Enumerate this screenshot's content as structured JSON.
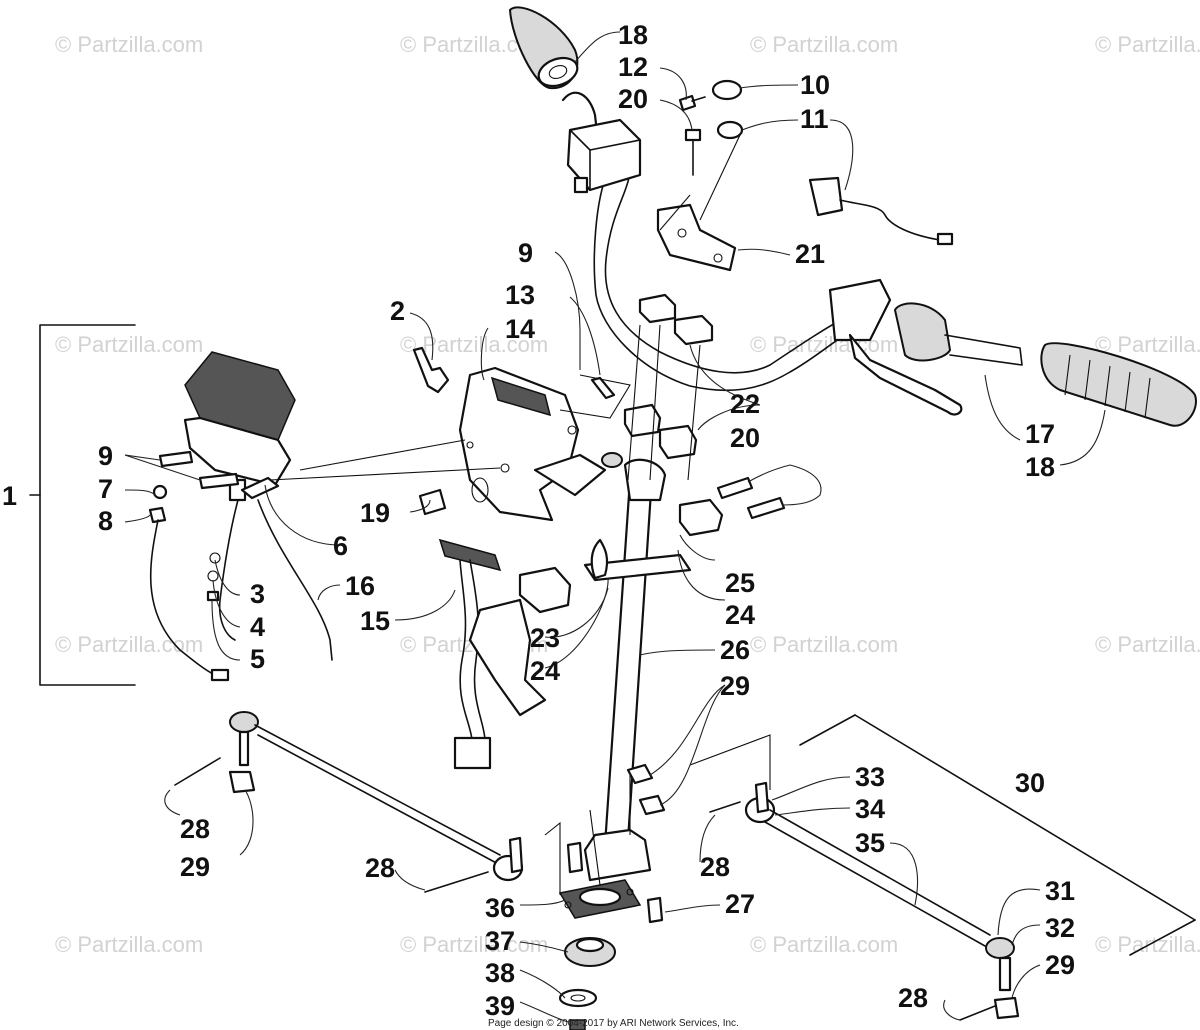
{
  "watermark": "© Partzilla.com",
  "footer": "Page design © 2004-2017 by ARI Network Services, Inc.",
  "callouts": {
    "c1": "1",
    "c2": "2",
    "c3": "3",
    "c4": "4",
    "c5": "5",
    "c6": "6",
    "c7": "7",
    "c8": "8",
    "c9a": "9",
    "c9b": "9",
    "c10": "10",
    "c11": "11",
    "c12": "12",
    "c13": "13",
    "c14": "14",
    "c15": "15",
    "c16": "16",
    "c17": "17",
    "c18a": "18",
    "c18b": "18",
    "c19": "19",
    "c20a": "20",
    "c20b": "20",
    "c21": "21",
    "c22": "22",
    "c23": "23",
    "c24a": "24",
    "c24b": "24",
    "c25": "25",
    "c26": "26",
    "c27": "27",
    "c28a": "28",
    "c28b": "28",
    "c28c": "28",
    "c28d": "28",
    "c29a": "29",
    "c29b": "29",
    "c29c": "29",
    "c30": "30",
    "c31": "31",
    "c32": "32",
    "c33": "33",
    "c34": "34",
    "c35": "35",
    "c36": "36",
    "c37": "37",
    "c38": "38",
    "c39": "39"
  }
}
